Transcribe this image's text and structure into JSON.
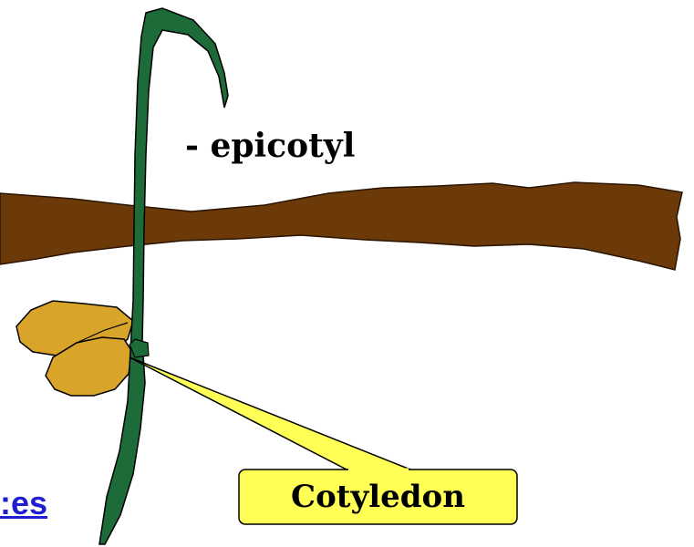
{
  "labels": {
    "epicotyl": "- epicotyl",
    "cotyledon": "Cotyledon",
    "section_heading": "es:"
  },
  "colors": {
    "stem": "#1e6b3a",
    "soil": "#6b3a08",
    "cotyledon_fill": "#d8a52a",
    "callout_fill": "#ffff55",
    "heading": "#1f1fd0"
  }
}
